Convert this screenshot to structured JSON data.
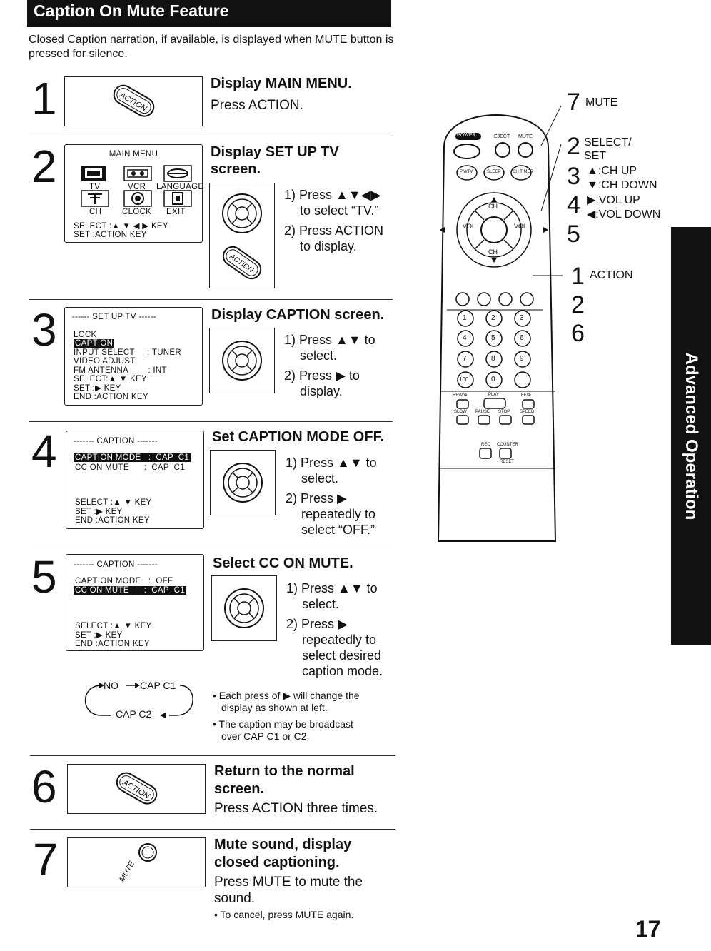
{
  "header": {
    "title": "Caption On Mute Feature"
  },
  "intro": "Closed Caption narration, if available, is displayed when MUTE button is pressed for silence.",
  "buttons": {
    "action": "ACTION",
    "mute": "MUTE"
  },
  "steps": [
    {
      "num": "1",
      "title": "Display MAIN MENU.",
      "desc": "Press ACTION."
    },
    {
      "num": "2",
      "title": "Display SET UP TV screen.",
      "i1": "1) Press ▲▼◀▶",
      "i1b": "to select “TV.”",
      "i2": "2) Press ACTION",
      "i2b": "to display.",
      "menu": {
        "title": "MAIN MENU",
        "icons": [
          "TV",
          "VCR",
          "LANGUAGE",
          "CH",
          "CLOCK",
          "EXIT"
        ],
        "select": "SELECT :▲ ▼ ◀ ▶  KEY",
        "set": "SET      :ACTION  KEY"
      }
    },
    {
      "num": "3",
      "title": "Display CAPTION screen.",
      "i1": "1) Press ▲▼ to",
      "i1b": "select.",
      "i2": "2) Press ▶ to",
      "i2b": "display.",
      "menu": {
        "title": "------ SET UP  TV ------",
        "rows": [
          "LOCK",
          "CAPTION",
          "INPUT SELECT     : TUNER",
          "VIDEO ADJUST",
          "FM ANTENNA        : INT",
          "SELECT:▲ ▼ KEY",
          "SET    :▶ KEY",
          "END    :ACTION KEY"
        ]
      }
    },
    {
      "num": "4",
      "title": "Set CAPTION MODE OFF.",
      "i1": "1) Press ▲▼ to",
      "i1b": "select.",
      "i2": "2) Press ▶",
      "i2b": "repeatedly to",
      "i2c": "select “OFF.”",
      "menu": {
        "title": "------- CAPTION -------",
        "rows": [
          "CAPTION MODE   :  CAP  C1",
          "CC ON MUTE      :  CAP  C1",
          "SELECT :▲ ▼ KEY",
          "SET      :▶ KEY",
          "END      :ACTION KEY"
        ]
      }
    },
    {
      "num": "5",
      "title": "Select CC ON MUTE.",
      "i1": "1) Press ▲▼ to",
      "i1b": "select.",
      "i2": "2) Press ▶",
      "i2b": "repeatedly to",
      "i2c": "select desired",
      "i2d": "caption mode.",
      "menu": {
        "title": "------- CAPTION -------",
        "rows": [
          "CAPTION MODE   :  OFF",
          "CC ON MUTE      :  CAP  C1",
          "SELECT :▲ ▼ KEY",
          "SET      :▶ KEY",
          "END      :ACTION KEY"
        ]
      },
      "cycle": {
        "a": "NO",
        "b": "CAP C1",
        "c": "CAP C2"
      },
      "notes": [
        "• Each press of ▶ will change the",
        "display as shown at left.",
        "• The caption may be broadcast",
        "over CAP C1 or C2."
      ]
    },
    {
      "num": "6",
      "title": "Return to the normal",
      "title2": "screen.",
      "desc": "Press ACTION three times."
    },
    {
      "num": "7",
      "title": "Mute sound, display",
      "title2": "closed captioning.",
      "desc": "Press MUTE to mute the",
      "desc2": "sound.",
      "note": "• To cancel, press MUTE again."
    }
  ],
  "remote_callouts": {
    "c7": {
      "num": "7",
      "label": "MUTE"
    },
    "c2": {
      "num": "2",
      "label1": "SELECT/",
      "label2": "SET"
    },
    "c3": {
      "num": "3",
      "label1": "▲:CH UP",
      "label2": "▼:CH DOWN"
    },
    "c4": {
      "num": "4",
      "label1": "▶:VOL UP",
      "label2": "◀:VOL DOWN"
    },
    "c5": {
      "num": "5"
    },
    "c1": {
      "num": "1",
      "label": "ACTION"
    },
    "c2b": {
      "num": "2"
    },
    "c6": {
      "num": "6"
    }
  },
  "remote": {
    "top": [
      "POWER",
      "EJECT",
      "MUTE"
    ],
    "row2": [
      "PM/TV",
      "SLEEP",
      "CH TIMER"
    ],
    "vol": "VOL",
    "ch": "CH",
    "keypad": [
      "1",
      "2",
      "3",
      "4",
      "5",
      "6",
      "7",
      "8",
      "9",
      "100",
      "0"
    ],
    "trans": [
      "REW/⊕",
      "PLAY",
      "FF/⊕",
      "SLOW",
      "PAUSE",
      "STOP",
      "SPEED",
      "REC",
      "COUNTER",
      "RESET"
    ]
  },
  "side_tab": "Advanced Operation",
  "page_number": "17"
}
